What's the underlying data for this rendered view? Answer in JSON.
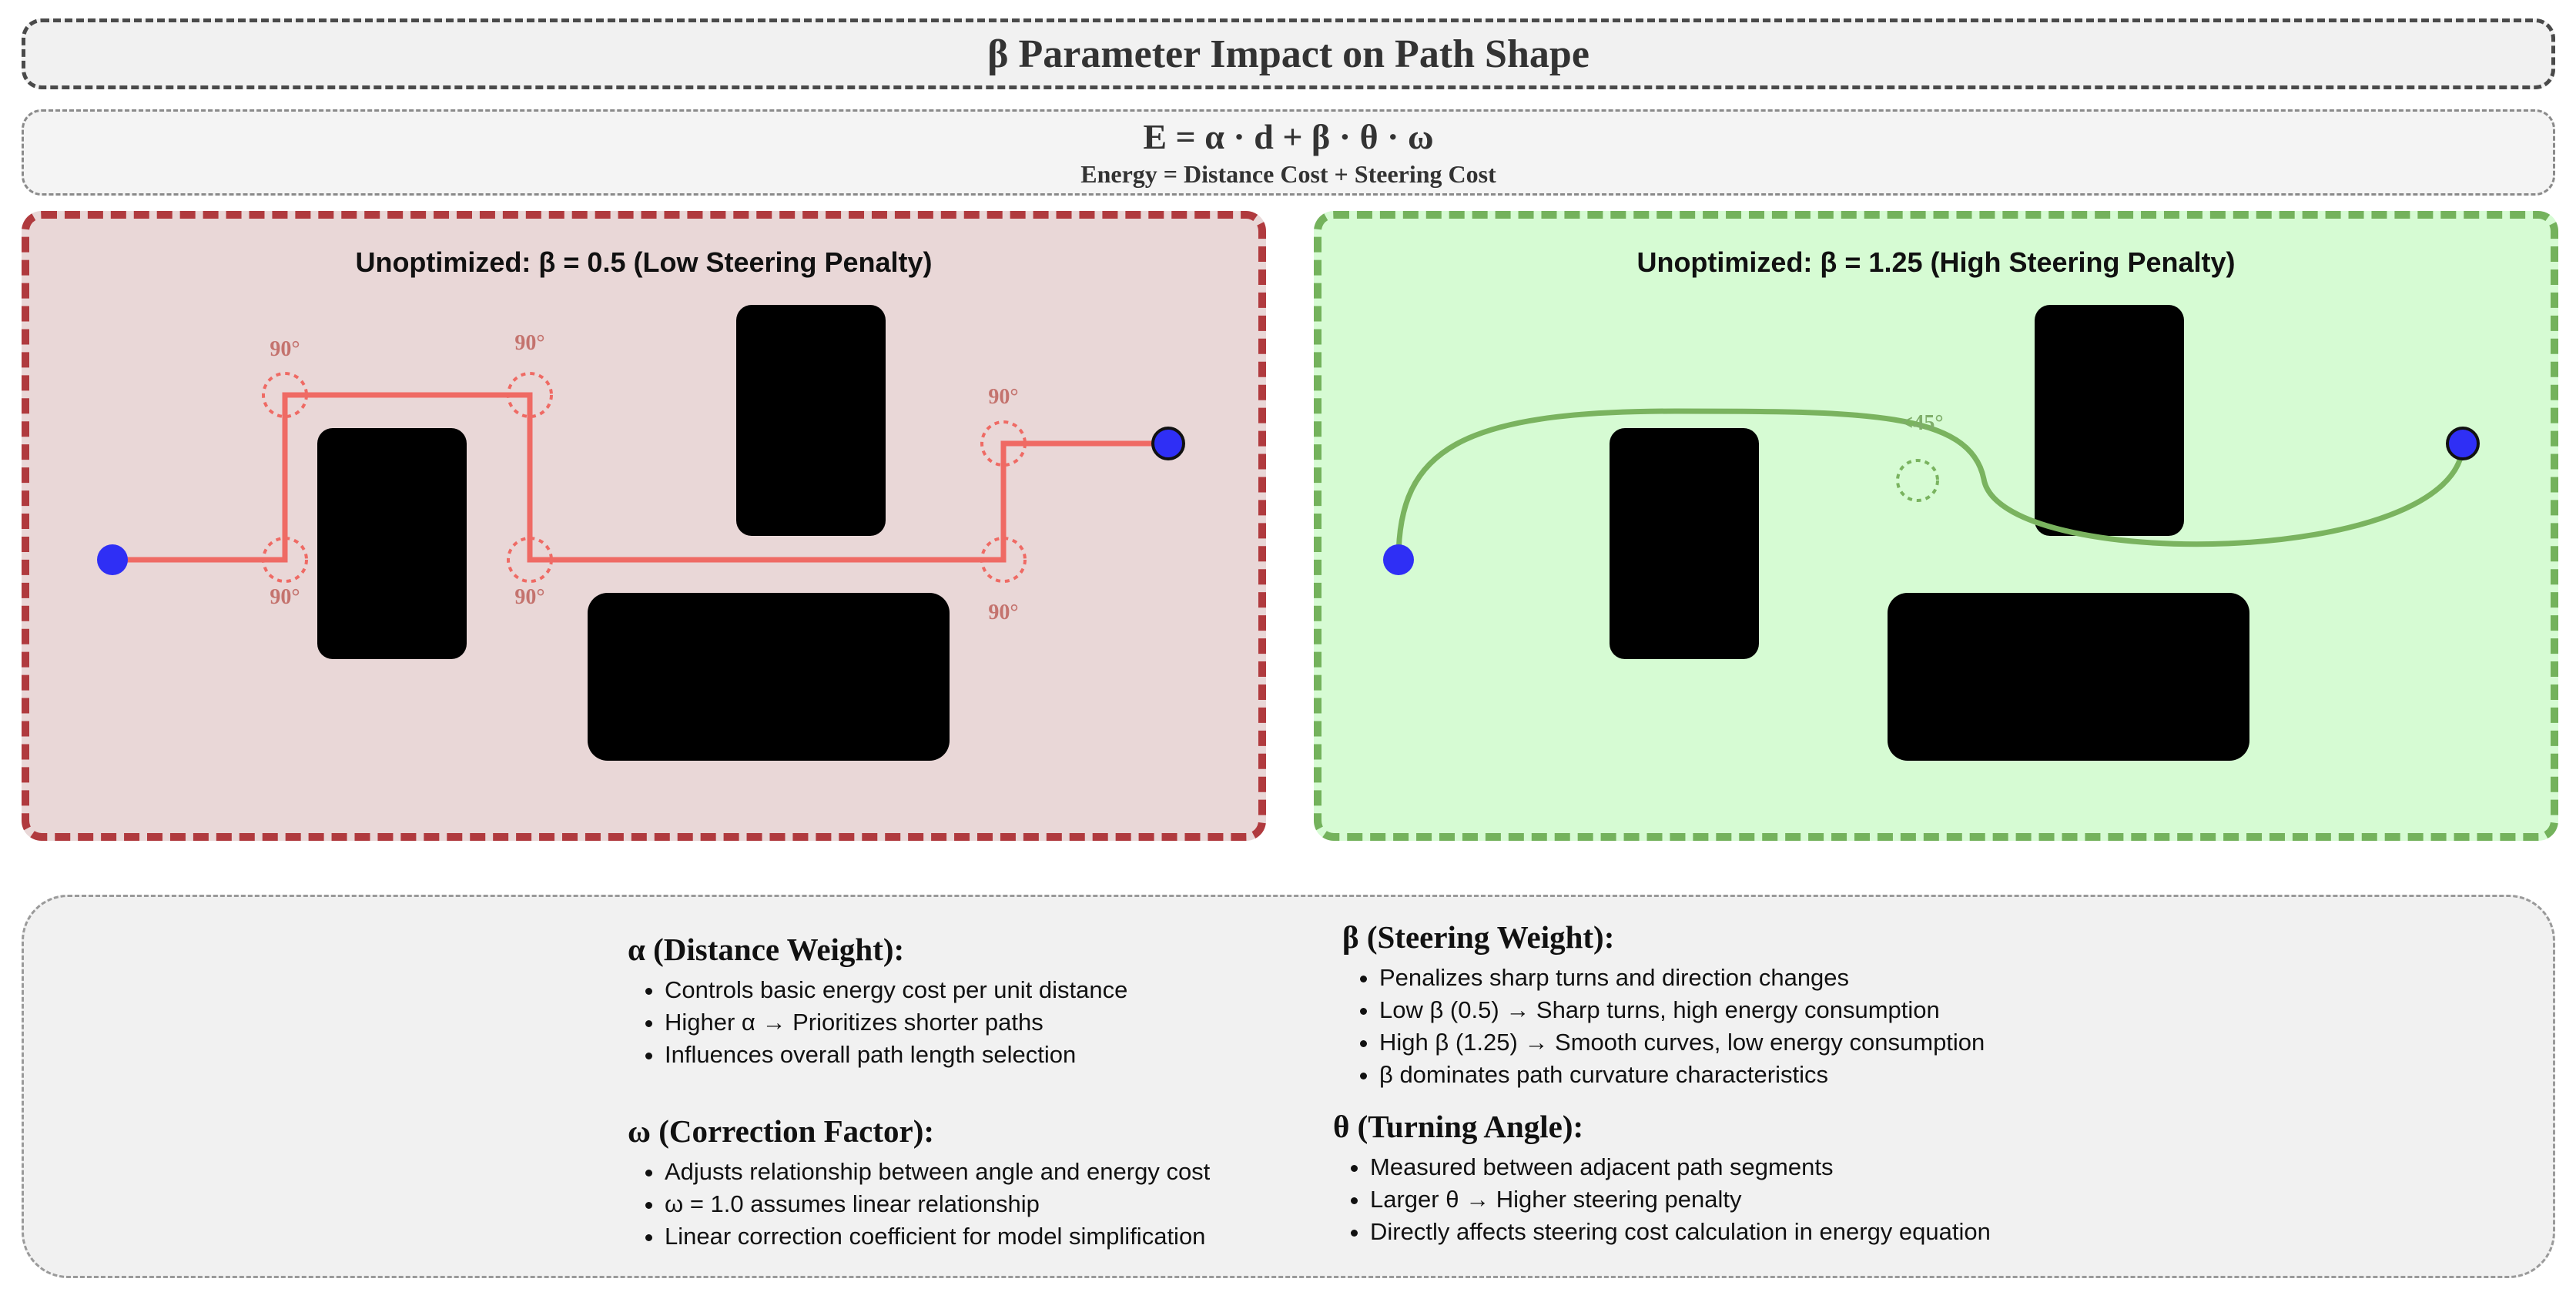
{
  "title": "β Parameter Impact on Path Shape",
  "formula": {
    "equation": "E = α · d + β · θ · ω",
    "description": "Energy = Distance Cost + Steering Cost"
  },
  "panels": [
    {
      "title": "Unoptimized: β = 0.5 (Low Steering Penalty)",
      "path_color": "#ef6a64",
      "panel_color": "#e9d7d7",
      "border_color": "#b03a3e",
      "angle_labels": [
        "90°",
        "90°",
        "90°",
        "90°",
        "90°",
        "90°"
      ]
    },
    {
      "title": "Unoptimized: β = 1.25 (High Steering Penalty)",
      "path_color": "#7ab35f",
      "panel_color": "#d6fbd3",
      "border_color": "#74b25c",
      "angle_labels": [
        "<45°"
      ]
    }
  ],
  "node_color": "#2f2ff5",
  "obstacle_color": "#000000",
  "info": {
    "alpha": {
      "heading": "α (Distance Weight):",
      "items": [
        "Controls basic energy cost per unit distance",
        "Higher α → Prioritizes shorter paths",
        "Influences overall path length selection"
      ]
    },
    "beta": {
      "heading": "β (Steering Weight):",
      "items": [
        "Penalizes sharp turns and direction changes",
        "Low β (0.5) → Sharp turns, high energy consumption",
        "High β (1.25) → Smooth curves, low energy consumption",
        "β dominates path curvature characteristics"
      ]
    },
    "omega": {
      "heading": "ω (Correction Factor):",
      "items": [
        "Adjusts relationship between angle and energy cost",
        "ω = 1.0 assumes linear relationship",
        "Linear correction coefficient for model simplification"
      ]
    },
    "theta": {
      "heading": "θ (Turning Angle):",
      "items": [
        "Measured between adjacent path segments",
        "Larger θ → Higher steering penalty",
        "Directly affects steering cost calculation in energy equation"
      ]
    }
  }
}
